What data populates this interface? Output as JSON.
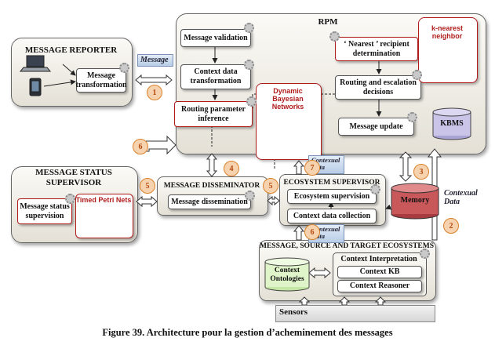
{
  "panels": {
    "rpm_title": "RPM",
    "reporter_title": "MESSAGE REPORTER",
    "status_title": "MESSAGE STATUS SUPERVISOR",
    "disseminator_title": "MESSAGE DISSEMINATOR",
    "ecosystem_title": "ECOSYSTEM SUPERVISOR",
    "mst_title": "MESSAGE, SOURCE AND TARGET ECOSYSTEMS"
  },
  "boxes": {
    "message_validation": "Message validation",
    "context_data_transformation": "Context data transformation",
    "routing_parameter_inference": "Routing parameter inference",
    "nearest_recipient": "‘ Nearest ’ recipient determination",
    "routing_escalation": "Routing and escalation decisions",
    "message_update": "Message update",
    "kbms": "KBMS",
    "message_transformation": "Message transformation",
    "message_status_supervision": "Message status supervision",
    "message_dissemination": "Message dissemination",
    "ecosystem_supervision": "Ecosystem supervision",
    "context_data_collection": "Context data collection",
    "memory": "Memory",
    "context_ontologies": "Context Ontologies",
    "context_interpretation": "Context Interpretation",
    "context_kb": "Context KB",
    "context_reasoner": "Context Reasoner",
    "sensors": "Sensors"
  },
  "callouts": {
    "dbn": "Dynamic Bayesian Networks",
    "knn": "k-nearest neighbor",
    "tpn": "Timed Petri Nets"
  },
  "flags": {
    "message": "Message",
    "contextual_data_7": "Contexual Data",
    "contextual_data_6": "Contexual Data",
    "contextual_data_2": "Contexual Data"
  },
  "numbers": {
    "n1": "1",
    "n2": "2",
    "n3": "3",
    "n4": "4",
    "n5a": "5",
    "n5b": "5",
    "n6a": "6",
    "n6b": "6",
    "n7": "7"
  },
  "caption": "Figure 39. Architecture pour la gestion d’acheminement des messages",
  "colors": {
    "panel_border": "#666666",
    "accent_red": "#b01c1c",
    "circle_fill": "#f7d2ae",
    "circle_border": "#d9822b",
    "kbms_fill": "#c9c4e8",
    "memory_fill": "#c8585a",
    "ontology_fill": "#dff4c8"
  },
  "icons": [
    "laptop-icon",
    "phone-icon",
    "gear-icon",
    "satellite-icon",
    "sensor-board-icon"
  ]
}
